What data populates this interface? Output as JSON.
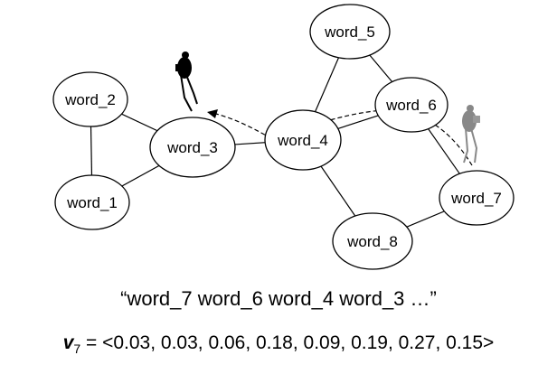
{
  "graph": {
    "nodes": [
      {
        "id": "word_2",
        "label": "word_2"
      },
      {
        "id": "word_1",
        "label": "word_1"
      },
      {
        "id": "word_3",
        "label": "word_3"
      },
      {
        "id": "word_4",
        "label": "word_4"
      },
      {
        "id": "word_5",
        "label": "word_5"
      },
      {
        "id": "word_6",
        "label": "word_6"
      },
      {
        "id": "word_7",
        "label": "word_7"
      },
      {
        "id": "word_8",
        "label": "word_8"
      }
    ],
    "edges": [
      [
        "word_2",
        "word_3"
      ],
      [
        "word_2",
        "word_1"
      ],
      [
        "word_1",
        "word_3"
      ],
      [
        "word_3",
        "word_4"
      ],
      [
        "word_4",
        "word_5"
      ],
      [
        "word_5",
        "word_6"
      ],
      [
        "word_4",
        "word_6"
      ],
      [
        "word_6",
        "word_7"
      ],
      [
        "word_4",
        "word_8"
      ],
      [
        "word_8",
        "word_7"
      ]
    ],
    "walk_path": [
      "word_7",
      "word_6",
      "word_4",
      "word_3"
    ],
    "walker_icons": [
      "walker-figure-icon-black",
      "walker-figure-icon-gray"
    ]
  },
  "walk_sequence": "“word_7 word_6 word_4 word_3 …”",
  "vector": {
    "symbol": "v",
    "subscript": "7",
    "text": " = <0.03, 0.03, 0.06, 0.18, 0.09, 0.19, 0.27, 0.15>"
  }
}
